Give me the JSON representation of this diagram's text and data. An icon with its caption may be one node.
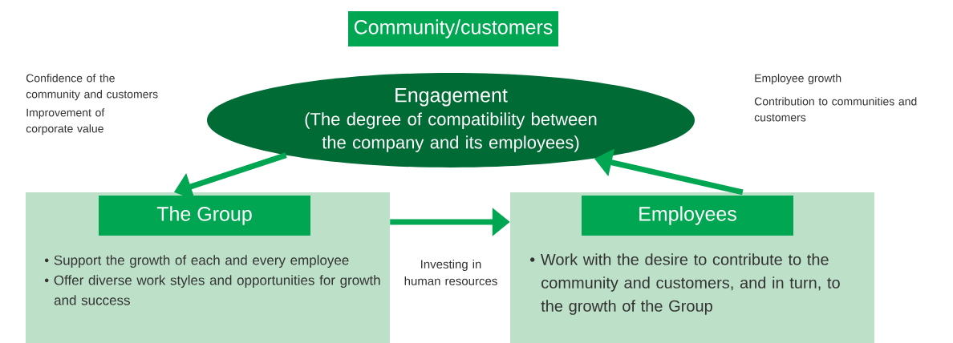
{
  "diagram": {
    "nodes": [
      {
        "text": [
          "Community/customers"
        ]
      },
      {
        "text": [
          "Engagement",
          "(The degree of compatibility between the company and its employees)"
        ]
      },
      {
        "text": [
          "• Support the growth of each and every employee",
          "• Offer diverse work styles and opportunities for growth and success"
        ]
      },
      {
        "text": [
          "The Group"
        ],
        "in": 2
      },
      {
        "text": [
          "• Work with the desire to contribute to the community and customers, and in turn, to the growth of the Group"
        ]
      },
      {
        "text": [
          "Employees"
        ],
        "in": 4
      }
    ],
    "edges": [
      {
        "from": 1,
        "to": 2,
        "arrow": "to"
      },
      {
        "from": 2,
        "to": 4,
        "arrow": "to",
        "label": "Investing in human resources"
      },
      {
        "from": 4,
        "to": 1,
        "arrow": "to"
      }
    ],
    "labels": [
      "Confidence of the community and customers",
      "Improvement of corporate value",
      "Employee growth",
      "Contribution to communities and customers"
    ]
  }
}
